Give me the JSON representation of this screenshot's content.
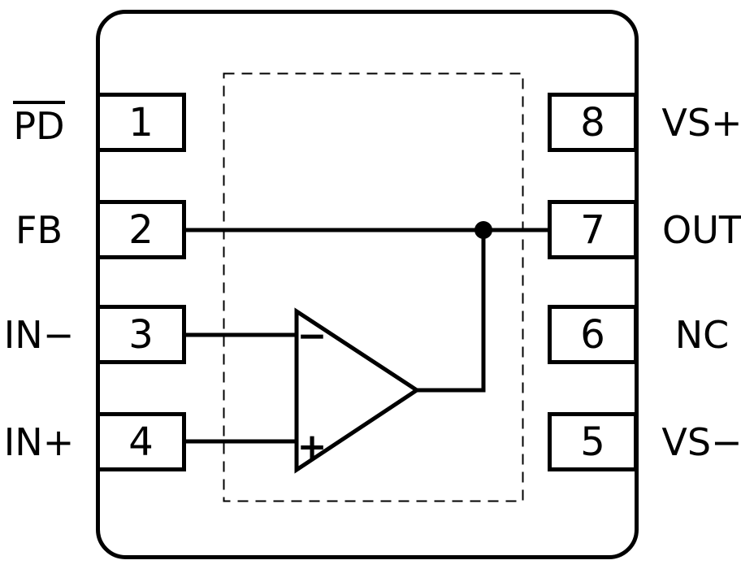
{
  "colors": {
    "ink": "#000000",
    "background": "#ffffff"
  },
  "package": {
    "left_pins": [
      {
        "number": "1",
        "name": "PD",
        "overline": true
      },
      {
        "number": "2",
        "name": "FB",
        "overline": false
      },
      {
        "number": "3",
        "name": "IN−",
        "overline": false
      },
      {
        "number": "4",
        "name": "IN+",
        "overline": false
      }
    ],
    "right_pins": [
      {
        "number": "8",
        "name": "VS+"
      },
      {
        "number": "7",
        "name": "OUT"
      },
      {
        "number": "6",
        "name": "NC"
      },
      {
        "number": "5",
        "name": "VS−"
      }
    ]
  },
  "opamp": {
    "inverting_input_symbol": "−",
    "noninverting_input_symbol": "+"
  }
}
